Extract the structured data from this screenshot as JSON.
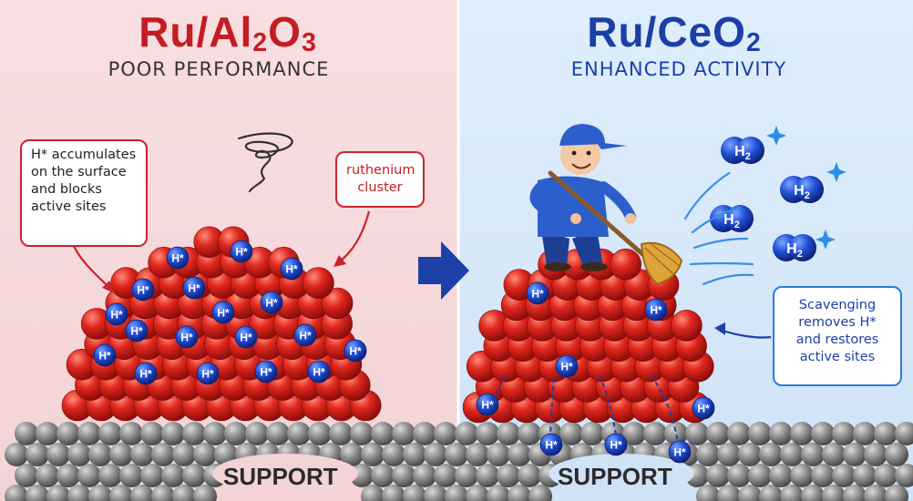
{
  "panels": {
    "left": {
      "title": "Ru/Al2O3",
      "subtitle": "POOR PERFORMANCE",
      "callout_accumulation": [
        "H* accumulates",
        "on the surface",
        "and blocks",
        "active sites"
      ],
      "callout_cluster": [
        "ruthenium",
        "cluster"
      ],
      "support_label": "SUPPORT"
    },
    "right": {
      "title": "Ru/CeO2",
      "subtitle": "ENHANCED ACTIVITY",
      "callout_scavenging": [
        "Scavenging",
        "removes H*",
        "and restores",
        "active sites"
      ],
      "support_label": "SUPPORT"
    }
  },
  "labels": {
    "adsorbed_hydrogen": "H*",
    "hydrogen_molecule": "H2"
  },
  "colors": {
    "left_bg": "#f6d9dc",
    "right_bg": "#d9e8f8",
    "ru_red": "#d42a22",
    "h_blue": "#1f4ad0",
    "support_grey": "#8a8a8a",
    "arrow_blue": "#1d3fa8"
  }
}
